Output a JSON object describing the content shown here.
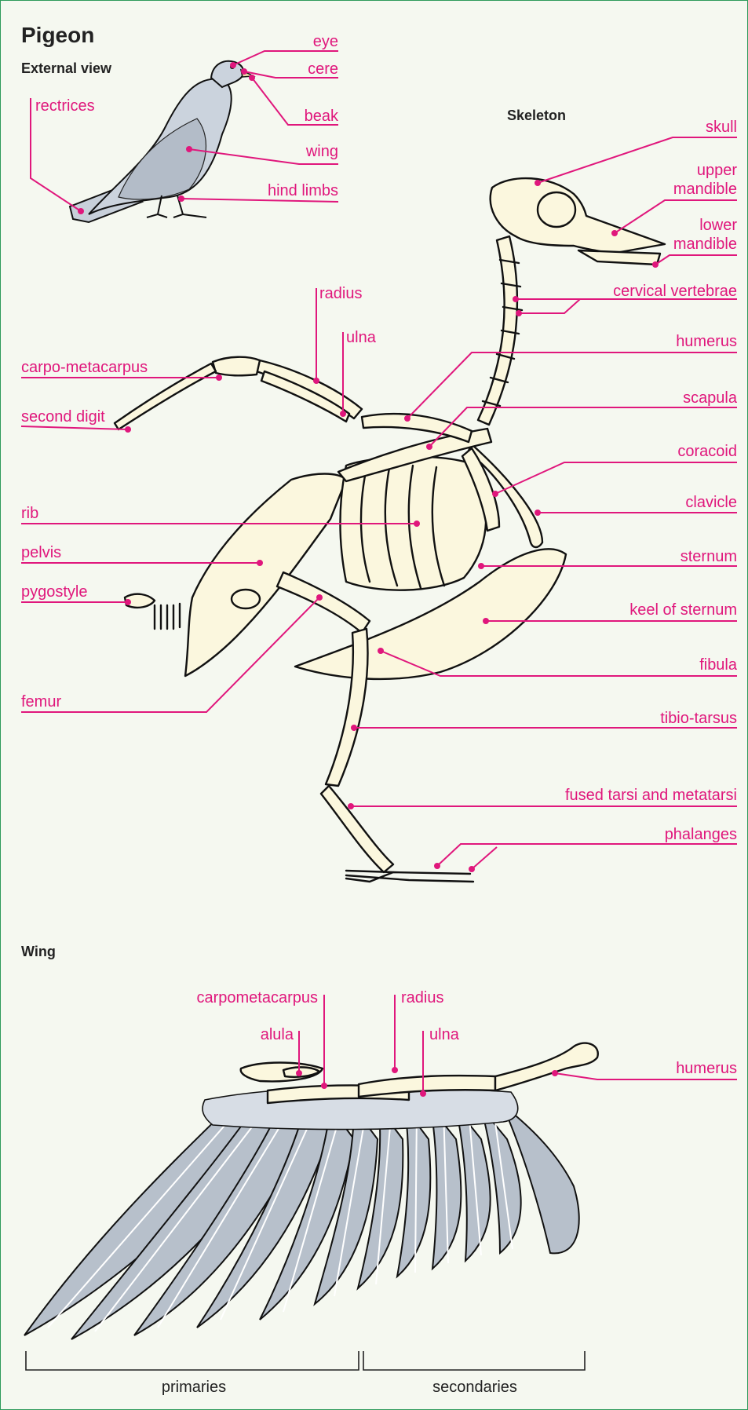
{
  "title": "Pigeon",
  "external": {
    "heading": "External view",
    "labels": {
      "eye": "eye",
      "cere": "cere",
      "beak": "beak",
      "wing": "wing",
      "hind_limbs": "hind limbs",
      "rectrices": "rectrices"
    }
  },
  "skeleton": {
    "heading": "Skeleton",
    "labels": {
      "skull": "skull",
      "upper_mandible_1": "upper",
      "upper_mandible_2": "mandible",
      "lower_mandible_1": "lower",
      "lower_mandible_2": "mandible",
      "cervical_vertebrae": "cervical vertebrae",
      "humerus": "humerus",
      "scapula": "scapula",
      "coracoid": "coracoid",
      "clavicle": "clavicle",
      "sternum": "sternum",
      "keel_of_sternum": "keel of sternum",
      "fibula": "fibula",
      "tibio_tarsus": "tibio-tarsus",
      "fused_tarsi": "fused tarsi and metatarsi",
      "phalanges": "phalanges",
      "radius": "radius",
      "ulna": "ulna",
      "carpo_metacarpus": "carpo-metacarpus",
      "second_digit": "second digit",
      "rib": "rib",
      "pelvis": "pelvis",
      "pygostyle": "pygostyle",
      "femur": "femur"
    }
  },
  "wing": {
    "heading": "Wing",
    "labels": {
      "carpometacarpus": "carpometacarpus",
      "radius": "radius",
      "alula": "alula",
      "ulna": "ulna",
      "humerus": "humerus",
      "primaries": "primaries",
      "secondaries": "secondaries"
    }
  },
  "colors": {
    "label": "#e0177c",
    "bone_fill": "#fbf7de",
    "feather_fill": "#b7c0cb",
    "background": "#f5f8f0",
    "frame": "#2e9a5a"
  }
}
